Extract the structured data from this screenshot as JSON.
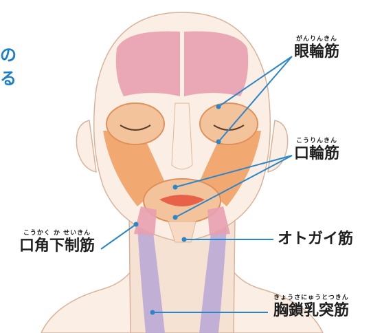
{
  "heading_fragment": [
    "の",
    "る"
  ],
  "labels": {
    "ganrinkin": {
      "ruby": "がんりんきん",
      "text": "眼輪筋"
    },
    "korinkin": {
      "ruby": "こうりんきん",
      "text": "口輪筋"
    },
    "kokakukaseikin": {
      "ruby": "こうかく か せいきん",
      "text": "口角下制筋"
    },
    "otogai": {
      "ruby": "",
      "text": "オトガイ筋"
    },
    "kyosa": {
      "ruby": "きょうさにゅうとつきん",
      "text": "胸鎖乳突筋"
    }
  },
  "colors": {
    "leader_line": "#2a86c8",
    "heading": "#1e7fc7",
    "skin": "#fbeee4",
    "muscle_orange": "#f0a064",
    "muscle_pink": "#e8a0b0",
    "neck_purple": "#b8a6d6"
  }
}
